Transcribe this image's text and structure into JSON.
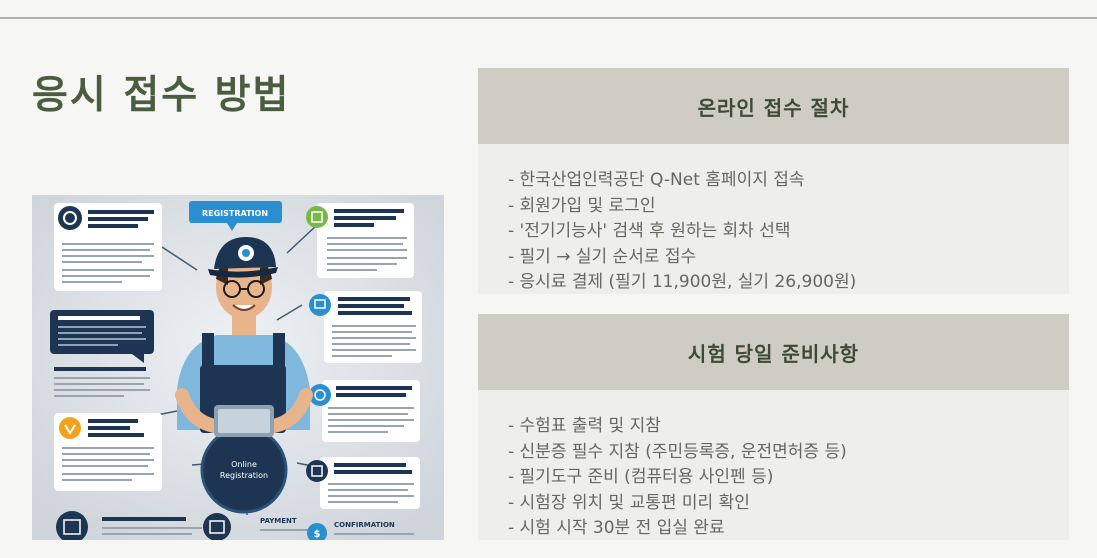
{
  "page": {
    "title": "응시 접수 방법"
  },
  "online_section": {
    "heading": "온라인 접수 절차",
    "items": [
      "- 한국산업인력공단 Q-Net 홈페이지 접속",
      "- 회원가입 및 로그인",
      "- '전기기능사' 검색 후 원하는 회차 선택",
      "- 필기 → 실기 순서로 접수",
      "- 응시료 결제 (필기 11,900원, 실기 26,900원)"
    ]
  },
  "exam_day_section": {
    "heading": "시험 당일 준비사항",
    "items": [
      "- 수험표 출력 및 지참",
      "- 신분증 필수 지참 (주민등록증, 운전면허증 등)",
      "- 필기도구 준비 (컴퓨터용 사인펜 등)",
      "- 시험장 위치 및 교통편 미리 확인",
      "- 시험 시작 30분 전 입실 완료"
    ]
  },
  "illustration": {
    "top_banner": "REGISTRATION",
    "center_circle": [
      "Online",
      "Registration"
    ],
    "bottom_label_1": "PAYMENT",
    "bottom_label_2": "CONFIRMATION",
    "colors": {
      "navy": "#1d3553",
      "blue": "#2a8fd0",
      "shirt": "#7fb8dc",
      "skin": "#e8b48c",
      "orange": "#f2a21b",
      "green": "#7ab648"
    }
  }
}
